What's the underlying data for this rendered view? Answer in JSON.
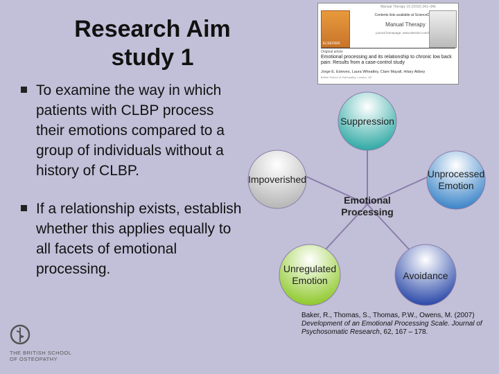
{
  "title": {
    "line1": "Research Aim",
    "line2": "study 1"
  },
  "bullets": [
    "To examine the way in which patients with CLBP process their emotions compared to a group of individuals without a history of CLBP.",
    "If a relationship exists, establish whether this applies equally to all facets of emotional processing."
  ],
  "paper": {
    "header": "Manual Therapy 15 (2010) 341–346",
    "contents": "Contents lists available at ScienceDirect",
    "journal": "Manual Therapy",
    "journal_home": "journal homepage: www.elsevier.com/math",
    "publisher": "ELSEVIER",
    "article_type": "Original article",
    "article_title": "Emotional processing and its relationship to chronic low back pain: Results from a case-control study",
    "authors": "Jorge E. Esteves, Laura Wheatley, Clare Mayall, Hilary Abbey",
    "affiliation": "British School of Osteopathy, London, UK"
  },
  "diagram": {
    "center": {
      "line1": "Emotional",
      "line2": "Processing"
    },
    "nodes": [
      {
        "id": "suppression",
        "label1": "Suppression",
        "label2": "",
        "color": "#2fa9a4"
      },
      {
        "id": "unprocessed",
        "label1": "Unprocessed",
        "label2": "Emotion",
        "color": "#3a84c8"
      },
      {
        "id": "avoidance",
        "label1": "Avoidance",
        "label2": "",
        "color": "#2a48a8"
      },
      {
        "id": "unregulated",
        "label1": "Unregulated",
        "label2": "Emotion",
        "color": "#8fc92c"
      },
      {
        "id": "impoverished",
        "label1": "Impoverished",
        "label2": "",
        "color": "#b6b6b6"
      }
    ]
  },
  "citation": {
    "authors": "Baker, R., Thomas, S., Thomas, P.W., Owens, M. (2007)",
    "title": "Development of an Emotional Processing Scale. Journal of Psychosomatic Research",
    "details": ", 62, 167 – 178."
  },
  "footer": {
    "line1": "THE BRITISH SCHOOL",
    "line2": "OF OSTEOPATHY"
  }
}
